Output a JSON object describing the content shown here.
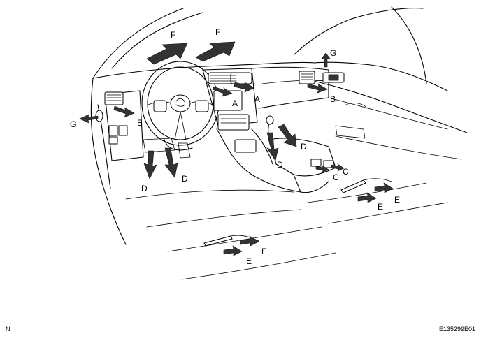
{
  "labels": {
    "A": "A",
    "B": "B",
    "C": "C",
    "D": "D",
    "E": "E",
    "F": "F",
    "G": "G"
  },
  "footer": {
    "left": "N",
    "right": "E135299E01"
  },
  "colors": {
    "line": "#000000",
    "arrow": "#333333",
    "background": "#ffffff"
  }
}
